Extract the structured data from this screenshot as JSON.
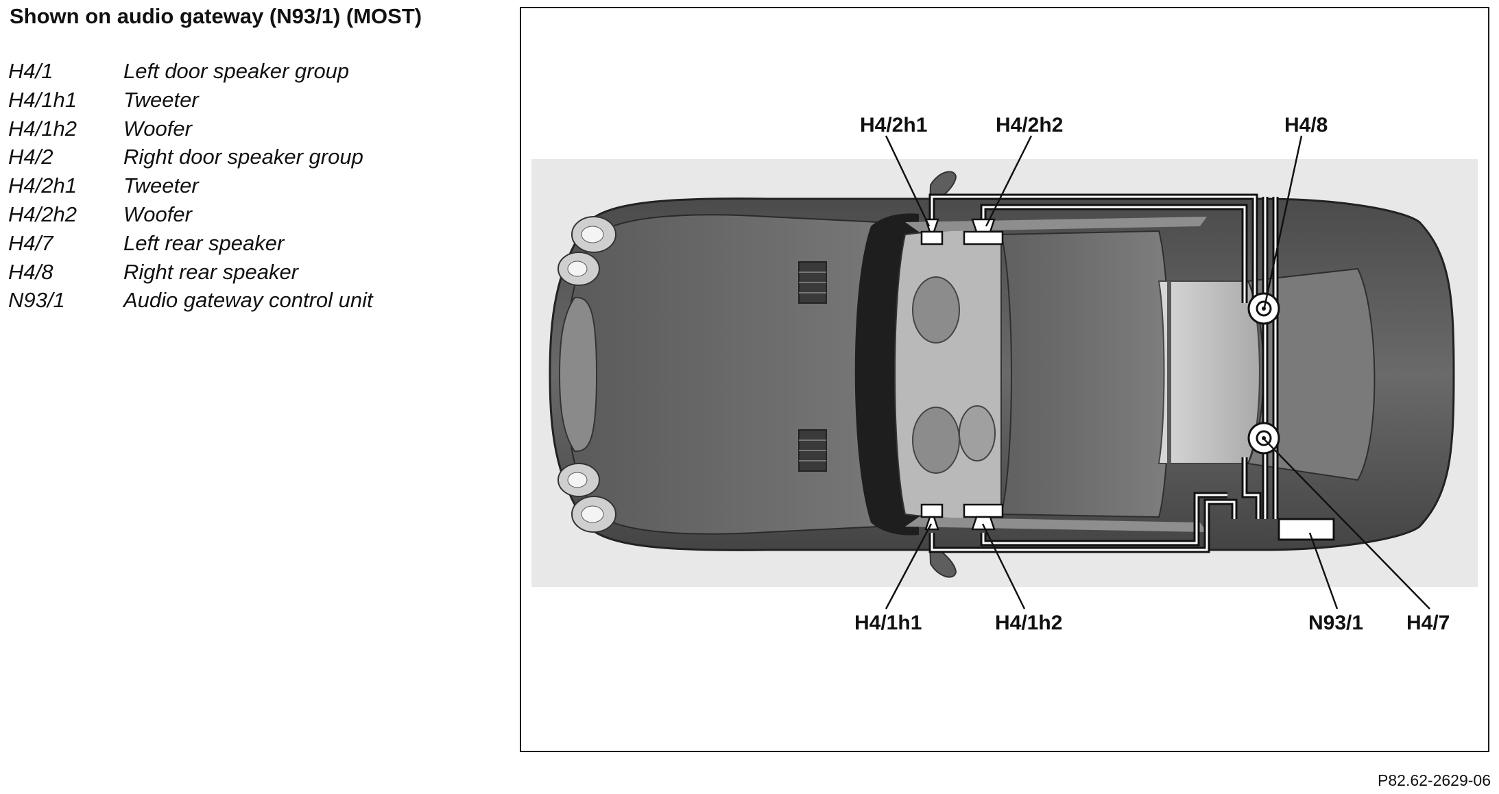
{
  "title": "Shown on audio gateway (N93/1) (MOST)",
  "legend": [
    {
      "code": "H4/1",
      "description": "Left door speaker group"
    },
    {
      "code": "H4/1h1",
      "description": "Tweeter"
    },
    {
      "code": "H4/1h2",
      "description": "Woofer"
    },
    {
      "code": "H4/2",
      "description": "Right door speaker group"
    },
    {
      "code": "H4/2h1",
      "description": "Tweeter"
    },
    {
      "code": "H4/2h2",
      "description": "Woofer"
    },
    {
      "code": "H4/7",
      "description": "Left rear speaker"
    },
    {
      "code": "H4/8",
      "description": "Right rear speaker"
    },
    {
      "code": "N93/1",
      "description": "Audio gateway control unit"
    }
  ],
  "callouts": {
    "h4_2h1": "H4/2h1",
    "h4_2h2": "H4/2h2",
    "h4_8": "H4/8",
    "h4_1h1": "H4/1h1",
    "h4_1h2": "H4/1h2",
    "n93_1": "N93/1",
    "h4_7": "H4/7"
  },
  "figure_id": "P82.62-2629-06"
}
